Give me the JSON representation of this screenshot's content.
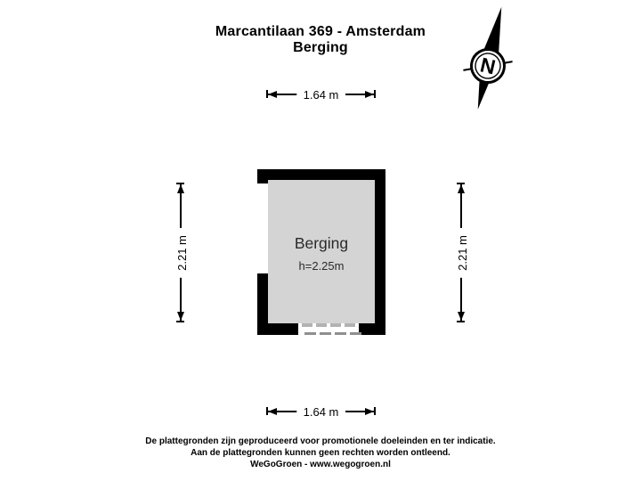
{
  "title": {
    "line1": "Marcantilaan 369 - Amsterdam",
    "line2": "Berging"
  },
  "compass": {
    "label": "N"
  },
  "floorplan": {
    "room": {
      "name": "Berging",
      "ceiling_height": "h=2.25m"
    },
    "dimensions": {
      "top": "1.64 m",
      "bottom": "1.64 m",
      "left": "2.21 m",
      "right": "2.21 m"
    },
    "colors": {
      "wall": "#000000",
      "floor": "#d4d4d4",
      "opening": "#ffffff",
      "door_dash_light": "#b2b2b2",
      "door_dash_dark": "#8f8f8f",
      "background": "#ffffff"
    }
  },
  "footer": {
    "line1": "De plattegronden zijn geproduceerd voor promotionele doeleinden en ter indicatie.",
    "line2": "Aan de plattegronden kunnen geen rechten worden ontleend.",
    "line3": "WeGoGroen -  www.wegogroen.nl"
  }
}
